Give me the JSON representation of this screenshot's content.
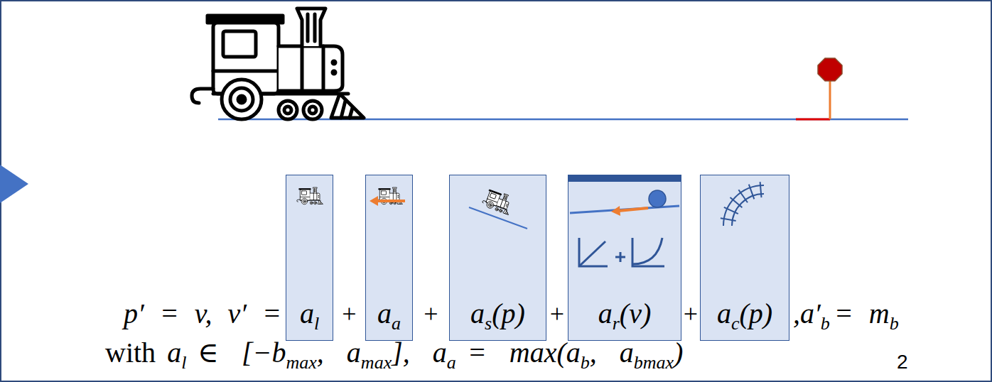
{
  "diagram": {
    "nodes": [
      {
        "text": [
          "a",
          "l"
        ]
      },
      {
        "text": [
          "a",
          "a"
        ]
      },
      {
        "text": [
          "a",
          "s",
          "(p)"
        ]
      },
      {
        "text": [
          "a",
          "r",
          "(v)"
        ]
      },
      {
        "text": [
          "a",
          "c",
          "(p)"
        ]
      }
    ],
    "labels": [
      "p′ = v, v′ =",
      "+",
      "+",
      "+",
      "+",
      ",a′",
      "b",
      "= m",
      "b",
      "with",
      "a",
      "l",
      "∈ [−b",
      "max",
      ", a",
      "max",
      "], a",
      "a",
      "= max(a",
      "b",
      ", a",
      "bmax",
      ")",
      "2"
    ]
  }
}
